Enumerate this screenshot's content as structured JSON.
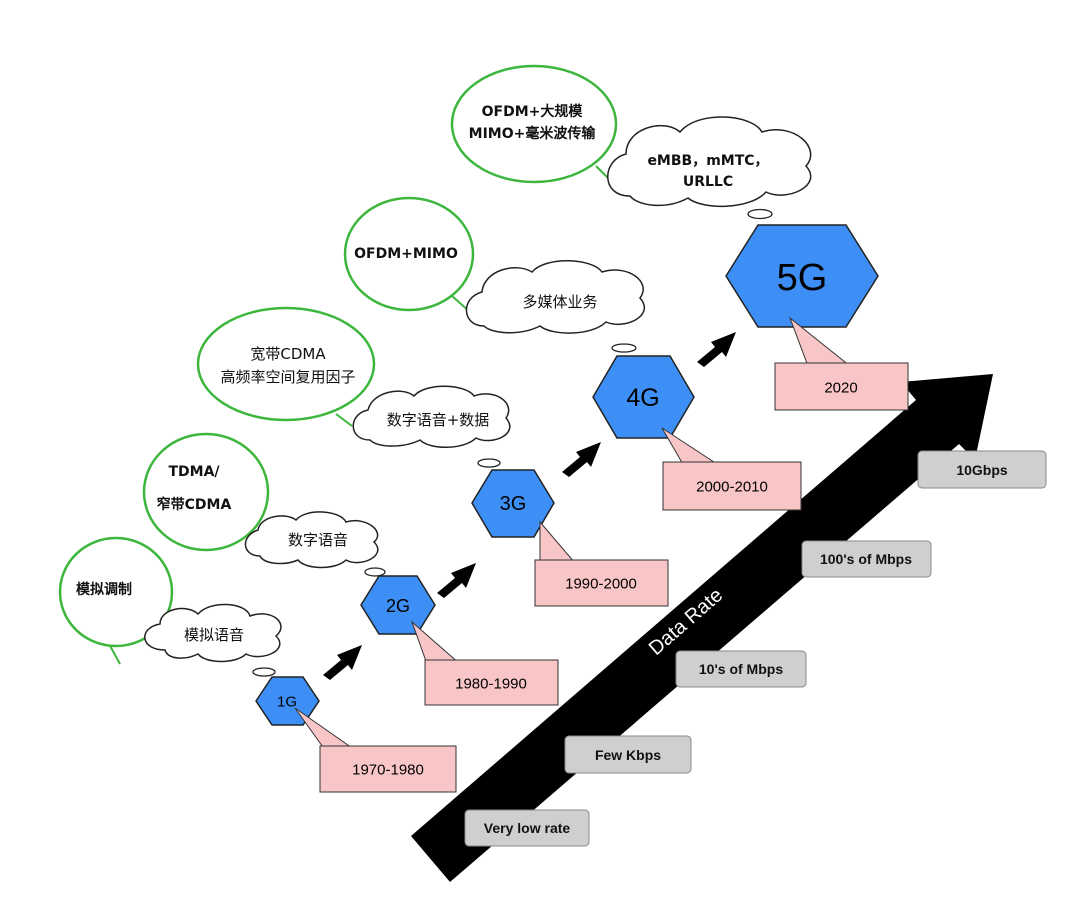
{
  "axis_title": "Data Rate",
  "colors": {
    "hexagon_fill": "#3d8ff5",
    "year_box_fill": "#f9c6c8",
    "rate_box_fill": "#cfcfcf",
    "tech_bubble_stroke": "#3db63d",
    "arrow": "#000000"
  },
  "generations": [
    {
      "label": "1G",
      "years": "1970-1980",
      "technology": [
        "模拟调制"
      ],
      "service": [
        "模拟语音"
      ]
    },
    {
      "label": "2G",
      "years": "1980-1990",
      "technology": [
        "TDMA/",
        "窄带CDMA"
      ],
      "service": [
        "数字语音"
      ]
    },
    {
      "label": "3G",
      "years": "1990-2000",
      "technology": [
        "宽带CDMA",
        "高频率空间复用因子"
      ],
      "service": [
        "数字语音+数据"
      ]
    },
    {
      "label": "4G",
      "years": "2000-2010",
      "technology": [
        "OFDM+MIMO"
      ],
      "service": [
        "多媒体业务"
      ]
    },
    {
      "label": "5G",
      "years": "2020",
      "technology": [
        "OFDM+大规模",
        "MIMO+毫米波传输"
      ],
      "service": [
        "eMBB，mMTC，",
        "URLLC"
      ]
    }
  ],
  "data_rates": [
    "Very low rate",
    "Few Kbps",
    "10's of Mbps",
    "100's of Mbps",
    "10Gbps"
  ]
}
